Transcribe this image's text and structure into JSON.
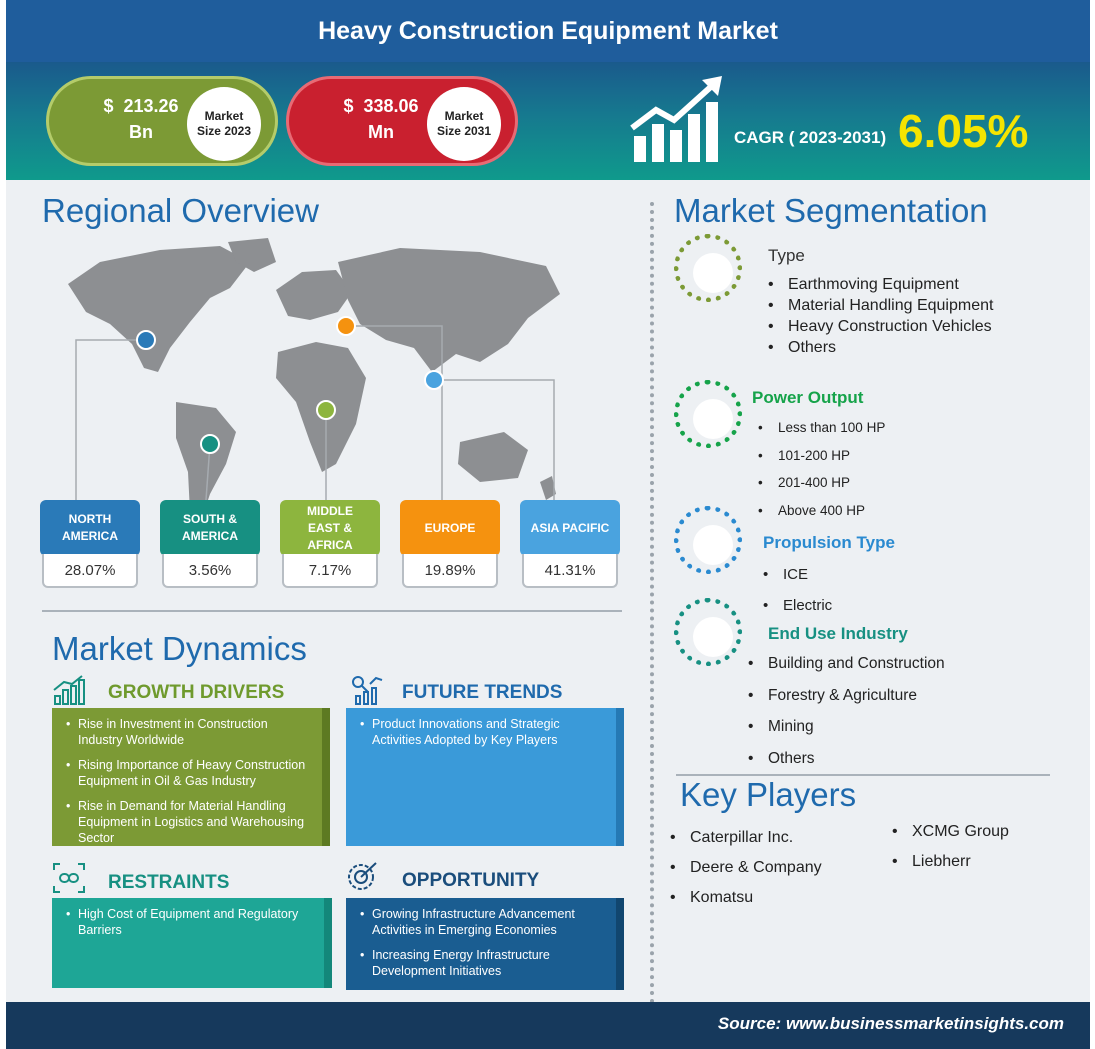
{
  "title": "Heavy Construction Equipment Market",
  "stats": {
    "market_2023": {
      "symbol": "$",
      "amount": "213.26",
      "unit": "Bn",
      "label_line1": "Market",
      "label_line2": "Size 2023"
    },
    "market_2031": {
      "symbol": "$",
      "amount": "338.06",
      "unit": "Mn",
      "label_line1": "Market",
      "label_line2": "Size 2031"
    },
    "cagr_label": "CAGR ( 2023-2031)",
    "cagr_value": "6.05%"
  },
  "regional": {
    "heading": "Regional Overview",
    "regions": [
      {
        "line1": "NORTH",
        "line2": "AMERICA",
        "line3": "",
        "value": "28.07%",
        "color": "#2a7ab8"
      },
      {
        "line1": "SOUTH  &",
        "line2": "AMERICA",
        "line3": "",
        "value": "3.56%",
        "color": "#179082"
      },
      {
        "line1": "MIDDLE",
        "line2": "EAST &",
        "line3": "AFRICA",
        "value": "7.17%",
        "color": "#8db53e"
      },
      {
        "line1": "EUROPE",
        "line2": "",
        "line3": "",
        "value": "19.89%",
        "color": "#f5920f"
      },
      {
        "line1": "ASIA PACIFIC",
        "line2": "",
        "line3": "",
        "value": "41.31%",
        "color": "#4aa3df"
      }
    ]
  },
  "dynamics": {
    "heading": "Market Dynamics",
    "growth_drivers": {
      "title": "GROWTH DRIVERS",
      "items": [
        "Rise in Investment in Construction Industry Worldwide",
        "Rising Importance of Heavy Construction Equipment in Oil & Gas Industry",
        "Rise in Demand for Material Handling Equipment in Logistics and Warehousing Sector"
      ]
    },
    "future_trends": {
      "title": "FUTURE TRENDS",
      "items": [
        "Product Innovations and Strategic Activities Adopted by Key Players"
      ]
    },
    "restraints": {
      "title": "RESTRAINTS",
      "items": [
        "High Cost of Equipment and Regulatory Barriers"
      ]
    },
    "opportunity": {
      "title": "OPPORTUNITY",
      "items": [
        "Growing Infrastructure Advancement Activities in Emerging Economies",
        "Increasing Energy Infrastructure Development Initiatives"
      ]
    }
  },
  "segmentation": {
    "heading": "Market Segmentation",
    "type": {
      "title": "Type",
      "items": [
        "Earthmoving Equipment",
        "Material Handling Equipment",
        "Heavy Construction Vehicles",
        "Others"
      ]
    },
    "power_output": {
      "title": "Power Output",
      "items": [
        "Less than 100 HP",
        "101-200 HP",
        "201-400 HP",
        "Above 400 HP"
      ]
    },
    "propulsion": {
      "title": "Propulsion Type",
      "items": [
        "ICE",
        "Electric"
      ]
    },
    "end_use": {
      "title": "End Use Industry",
      "items": [
        "Building and Construction",
        "Forestry & Agriculture",
        "Mining",
        "Others"
      ]
    }
  },
  "key_players": {
    "heading": "Key Players",
    "col1": [
      "Caterpillar Inc.",
      "Deere & Company",
      "Komatsu"
    ],
    "col2": [
      "XCMG Group",
      "Liebherr"
    ]
  },
  "source": "Source: www.businessmarketinsights.com"
}
